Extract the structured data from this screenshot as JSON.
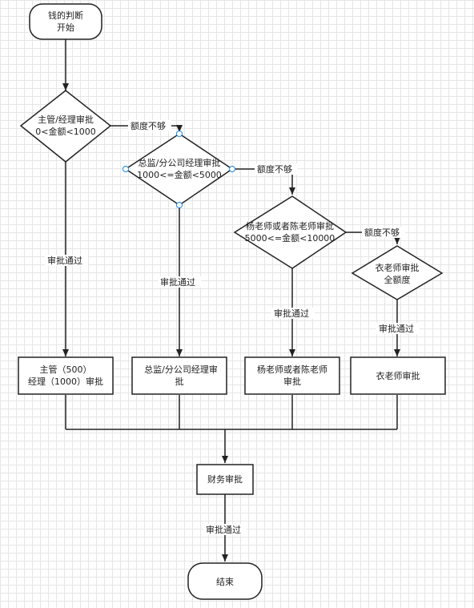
{
  "nodes": {
    "start": {
      "lines": [
        "钱的判断",
        "开始"
      ]
    },
    "d1": {
      "lines": [
        "主管/经理审批",
        "0<金额<1000"
      ]
    },
    "d2": {
      "lines": [
        "总监/分公司经理审批",
        "1000<=金额<5000"
      ]
    },
    "d3": {
      "lines": [
        "杨老师或者陈老师审批",
        "5000<=金额<10000"
      ]
    },
    "d4": {
      "lines": [
        "衣老师审批",
        "全额度"
      ]
    },
    "p1": {
      "lines": [
        "主管（500）",
        "经理（1000）审批"
      ]
    },
    "p2": {
      "lines": [
        "总监/分公司经理审",
        "批"
      ]
    },
    "p3": {
      "lines": [
        "杨老师或者陈老师",
        "审批"
      ]
    },
    "p4": {
      "lines": [
        "衣老师审批"
      ]
    },
    "finance": {
      "lines": [
        "财务审批"
      ]
    },
    "end": {
      "lines": [
        "结束"
      ]
    }
  },
  "edges": {
    "insufficient": "额度不够",
    "approved": "审批通过"
  },
  "colors": {
    "stroke": "#222222",
    "handle": "#1e88e5",
    "grid": "#e6e6e6"
  }
}
